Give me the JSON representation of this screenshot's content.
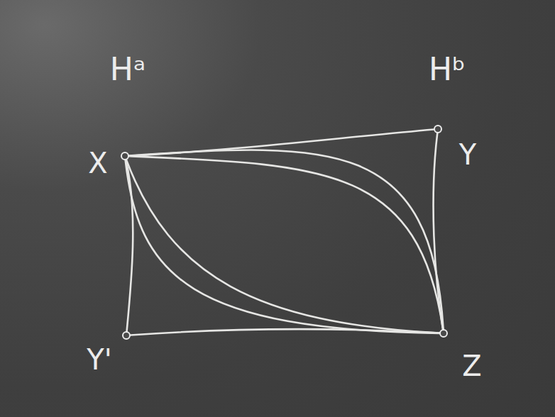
{
  "diagram": {
    "nodes": [
      {
        "text": [
          "X"
        ]
      },
      {
        "text": [
          "Y"
        ]
      },
      {
        "text": [
          "Y'"
        ]
      },
      {
        "text": [
          "Z"
        ]
      }
    ],
    "edges": [
      {
        "from": 0,
        "to": 1,
        "arrow": "none"
      },
      {
        "from": 0,
        "to": 3,
        "arrow": "none"
      },
      {
        "from": 0,
        "to": 3,
        "arrow": "none"
      },
      {
        "from": 0,
        "to": 3,
        "arrow": "none"
      },
      {
        "from": 0,
        "to": 3,
        "arrow": "none"
      },
      {
        "from": 0,
        "to": 2,
        "arrow": "none"
      },
      {
        "from": 1,
        "to": 3,
        "arrow": "none"
      },
      {
        "from": 2,
        "to": 3,
        "arrow": "none"
      }
    ],
    "labels": [
      "Hᵃ",
      "Hᵇ"
    ]
  }
}
